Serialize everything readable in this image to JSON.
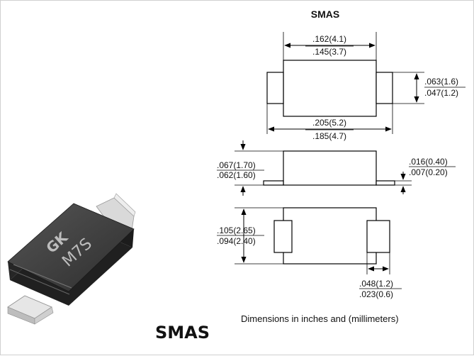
{
  "title": "SMAS",
  "caption": "SMAS",
  "note": "Dimensions in inches and (millimeters)",
  "chip_marking": {
    "logo": "GK",
    "code": "M7S"
  },
  "dimensions": {
    "body_length_max": ".162(4.1)",
    "body_length_min": ".145(3.7)",
    "lead_width_max": ".063(1.6)",
    "lead_width_min": ".047(1.2)",
    "overall_length_max": ".205(5.2)",
    "overall_length_min": ".185(4.7)",
    "height_max": ".067(1.70)",
    "height_min": ".062(1.60)",
    "lead_thickness_max": ".016(0.40)",
    "lead_thickness_min": ".007(0.20)",
    "body_width_max": ".105(2.65)",
    "body_width_min": ".094(2.40)",
    "pad_length_max": ".048(1.2)",
    "pad_length_min": ".023(0.6)"
  }
}
